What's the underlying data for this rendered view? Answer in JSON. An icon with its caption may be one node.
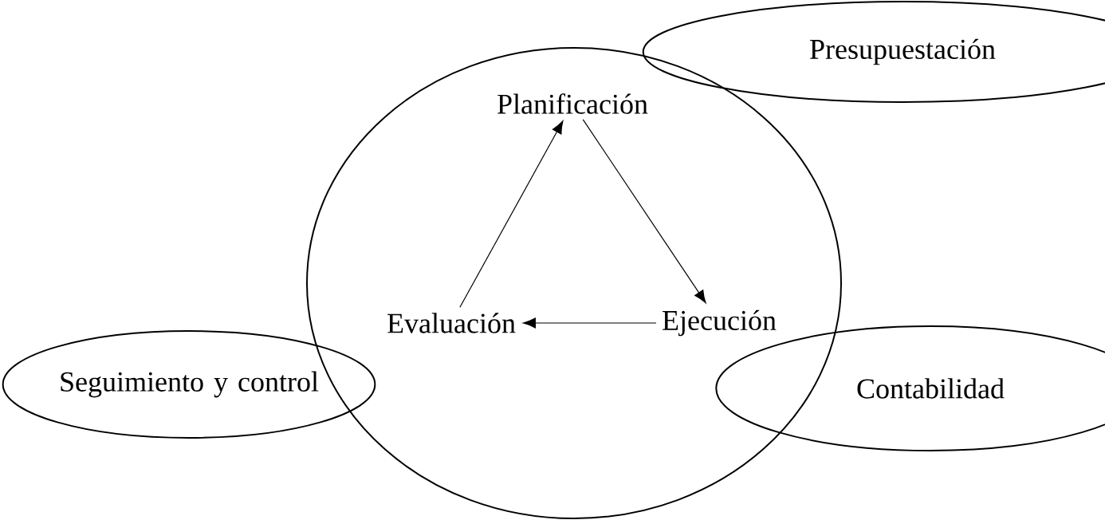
{
  "diagram": {
    "nodes": [
      {
        "text": [],
        "shape": "circle"
      },
      {
        "text": [
          "Presupuestación"
        ]
      },
      {
        "text": [
          "Planificación"
        ],
        "in": 0
      },
      {
        "text": [
          "Evaluación"
        ],
        "in": 0
      },
      {
        "text": [
          "Ejecución"
        ],
        "in": 0
      },
      {
        "text": [
          "Seguimiento y control"
        ]
      },
      {
        "text": [
          "Contabilidad"
        ]
      }
    ],
    "edges": [
      {
        "from": 3,
        "to": 2,
        "arrow": "to"
      },
      {
        "from": 2,
        "to": 4,
        "arrow": "to"
      },
      {
        "from": 4,
        "to": 3,
        "arrow": "to"
      }
    ]
  }
}
